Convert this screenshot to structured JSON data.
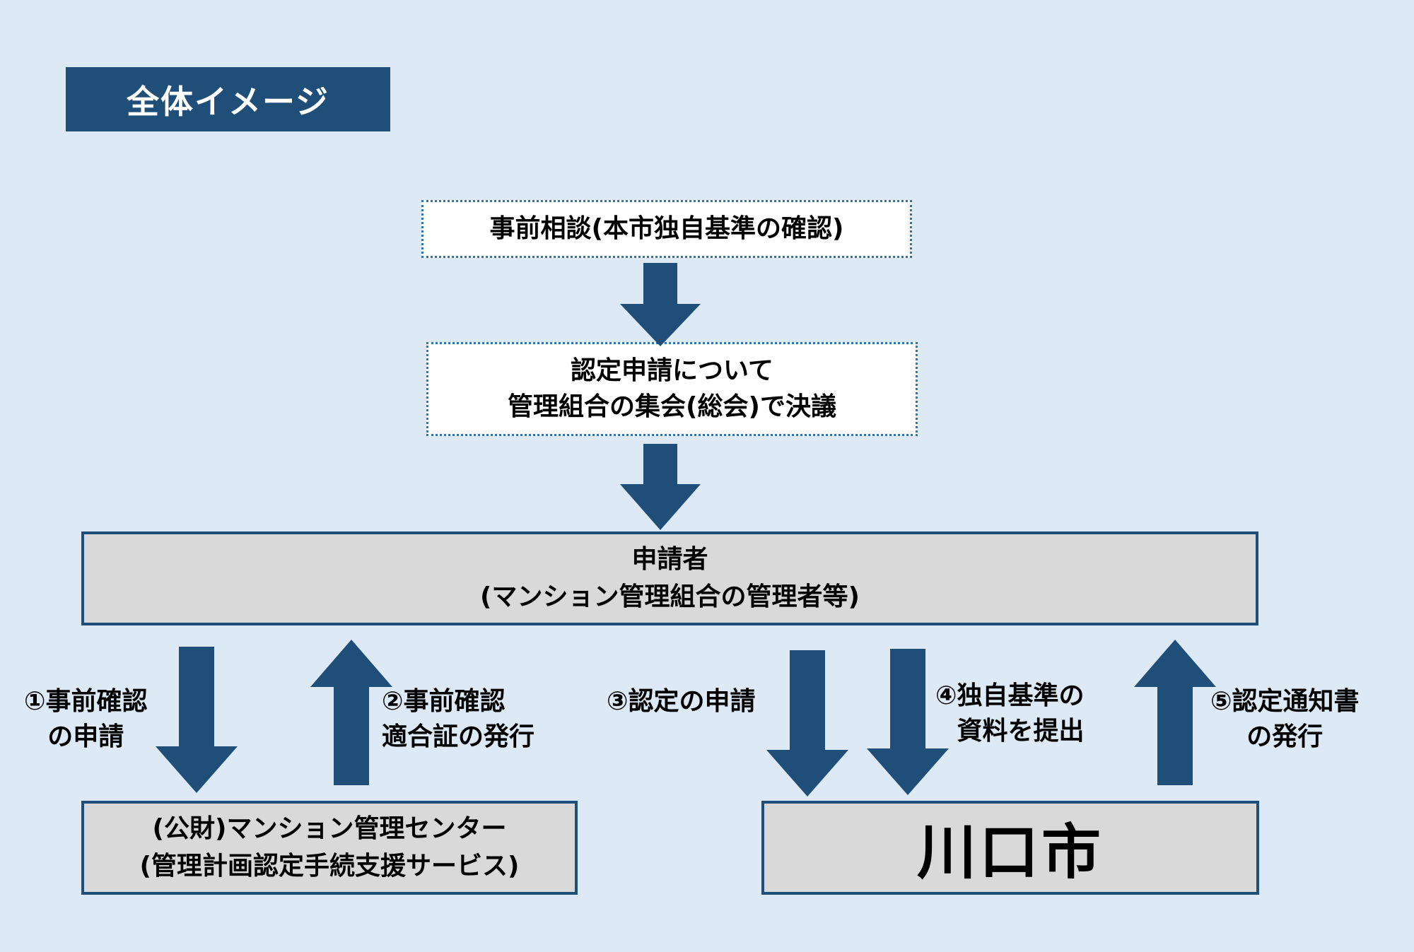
{
  "title": "全体イメージ",
  "steps": {
    "consult": "事前相談(本市独自基準の確認)",
    "resolution_line1": "認定申請について",
    "resolution_line2": "管理組合の集会(総会)で決議"
  },
  "applicant": {
    "line1": "申請者",
    "line2": "(マンション管理組合の管理者等)"
  },
  "center": {
    "line1": "(公財)マンション管理センター",
    "line2": "(管理計画認定手続支援サービス)"
  },
  "city": "川口市",
  "flows": {
    "f1_line1": "①事前確認",
    "f1_line2": "の申請",
    "f2_line1": "②事前確認",
    "f2_line2": "適合証の発行",
    "f3": "③認定の申請",
    "f4_line1": "④独自基準の",
    "f4_line2": "資料を提出",
    "f5_line1": "⑤認定通知書",
    "f5_line2": "の発行"
  },
  "colors": {
    "background": "#dde9f5",
    "accent": "#1f4e79",
    "box_fill": "#d9d9d9",
    "dotted_border": "#2e75b6"
  }
}
